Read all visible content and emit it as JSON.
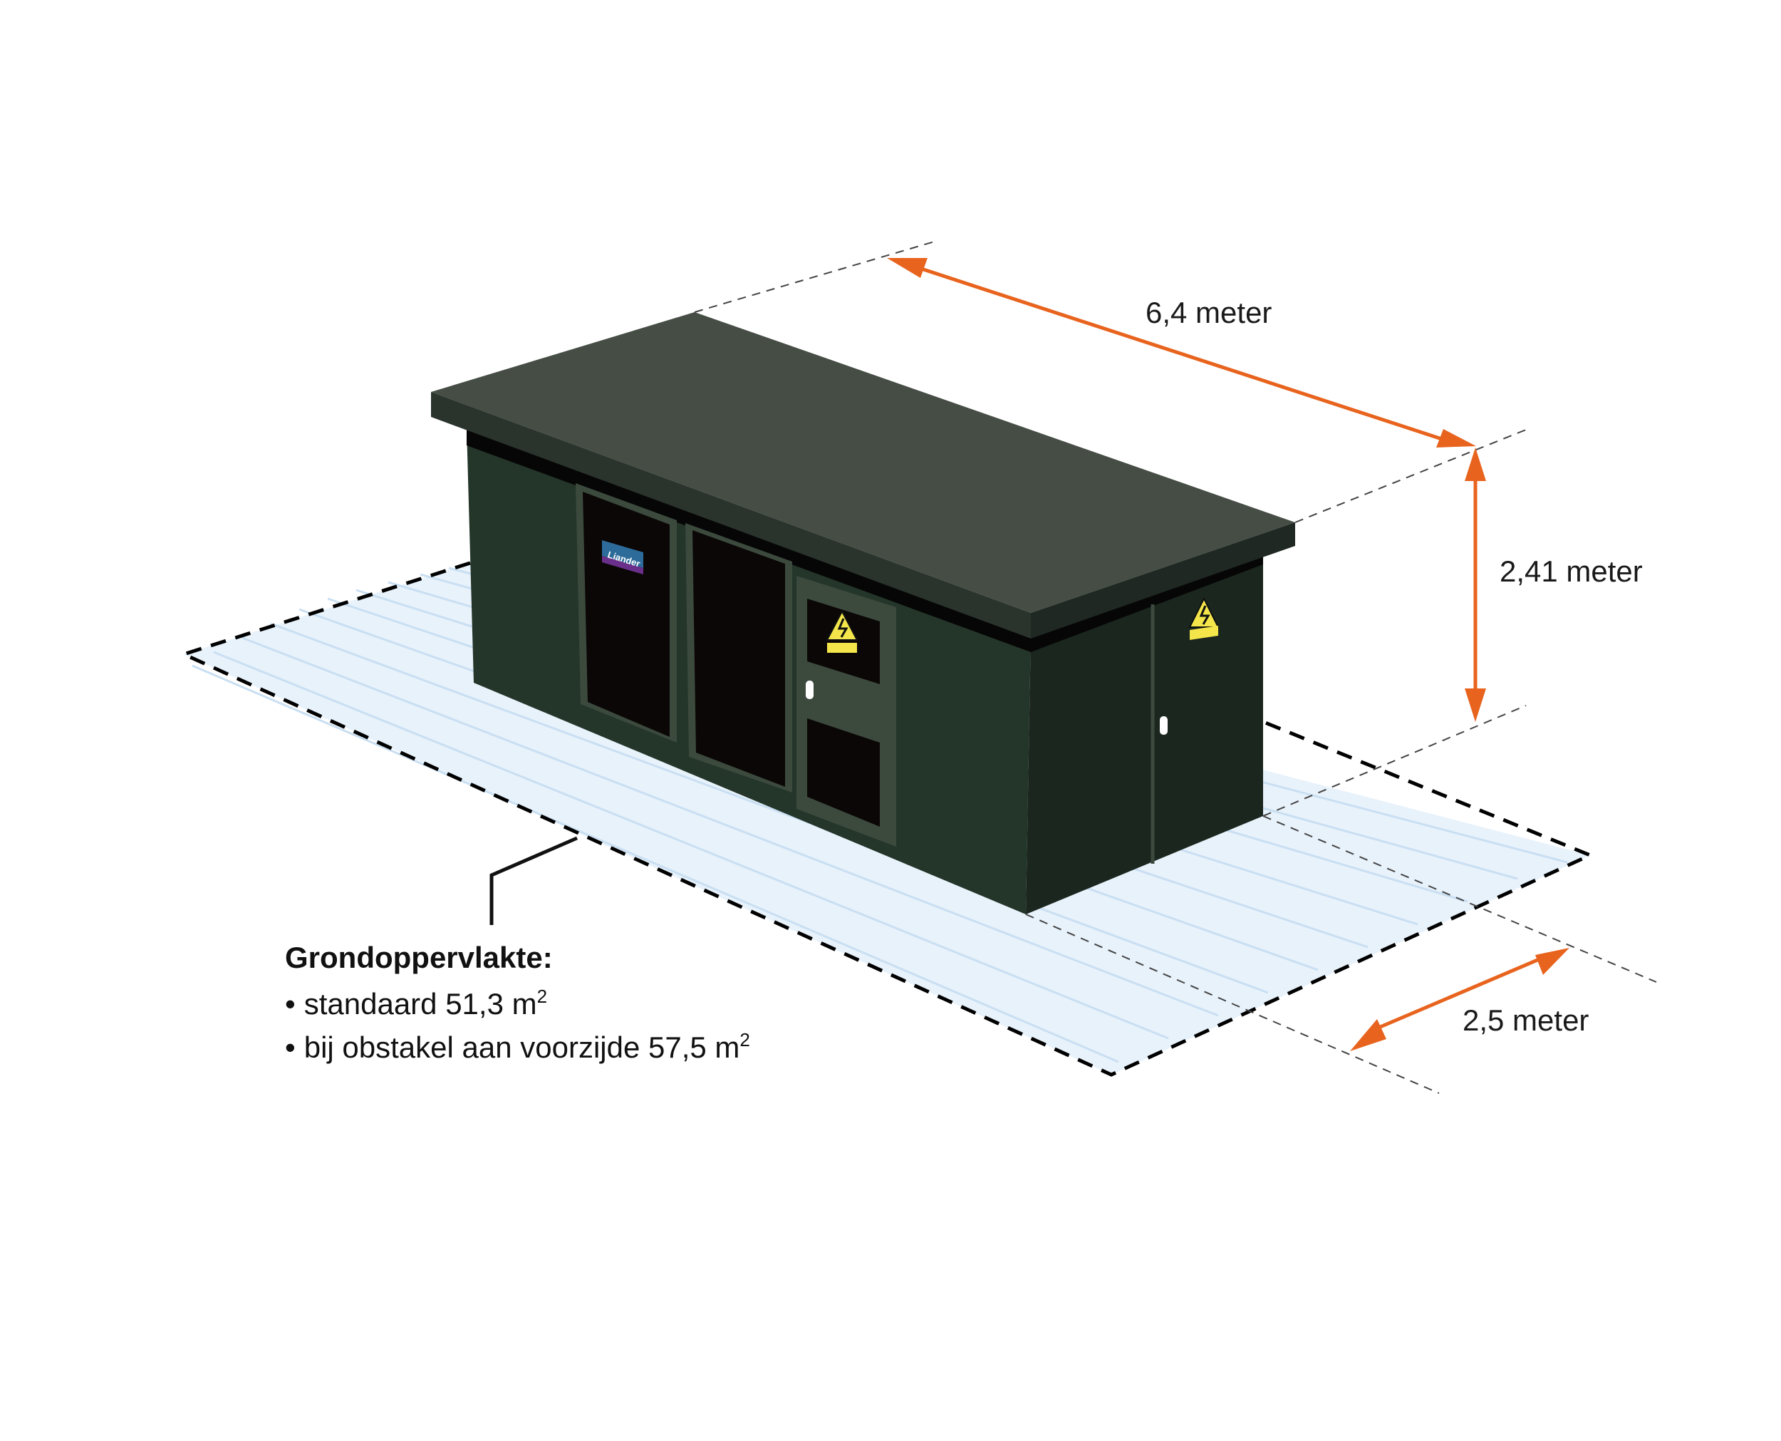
{
  "dimensions": {
    "length": "6,4 meter",
    "height": "2,41 meter",
    "clearance": "2,5 meter"
  },
  "ground_area": {
    "title": "Grondoppervlakte:",
    "items": [
      {
        "bullet": "•",
        "text": "standaard 51,3 m",
        "sup": "2"
      },
      {
        "bullet": "•",
        "text": "bij obstakel aan voorzijde 57,5 m",
        "sup": "2"
      }
    ]
  },
  "logo": {
    "text": "Liander"
  },
  "colors": {
    "arrow": "#e8641e",
    "roof_top": "#454d45",
    "roof_edge": "#2a332c",
    "wall_front": "#243529",
    "wall_side": "#1b261e",
    "door": "#0b0706",
    "ground_fill": "#e8f2fb",
    "ground_stripe": "#c9dff2",
    "warning": "#f4e64a"
  }
}
